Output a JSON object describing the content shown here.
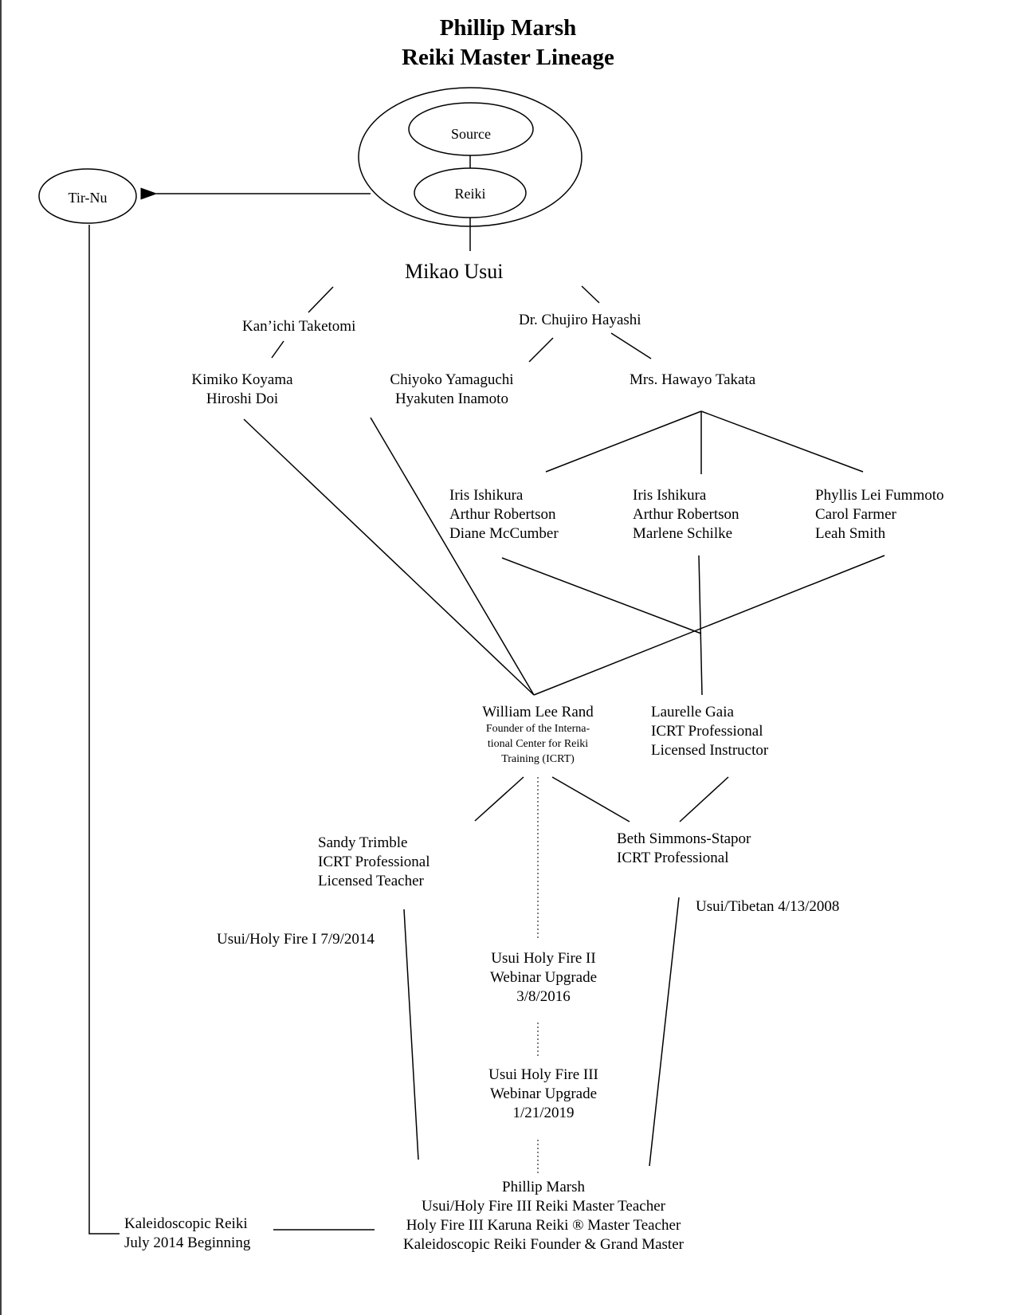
{
  "title": [
    "Phillip Marsh",
    "Reiki Master Lineage"
  ],
  "nodes": {
    "source": "Source",
    "reiki": "Reiki",
    "tirnu": "Tir-Nu",
    "usui": "Mikao Usui",
    "taketomi": "Kan’ichi Taketomi",
    "hayashi": "Dr. Chujiro Hayashi",
    "koyama": [
      "Kimiko Koyama",
      "Hiroshi Doi"
    ],
    "yamaguchi": [
      "Chiyoko Yamaguchi",
      "Hyakuten Inamoto"
    ],
    "takata": "Mrs. Hawayo Takata",
    "group1": [
      "Iris Ishikura",
      "Arthur Robertson",
      "Diane McCumber"
    ],
    "group2": [
      "Iris Ishikura",
      "Arthur Robertson",
      "Marlene Schilke"
    ],
    "group3": [
      "Phyllis Lei Fummoto",
      "Carol Farmer",
      "Leah Smith"
    ],
    "rand_name": "William Lee Rand",
    "rand_desc": [
      "Founder of the Interna-",
      "tional Center for Reiki",
      "Training (ICRT)"
    ],
    "gaia": [
      "Laurelle Gaia",
      "ICRT Professional",
      "Licensed Instructor"
    ],
    "trimble": [
      "Sandy Trimble",
      "ICRT Professional",
      "Licensed Teacher"
    ],
    "simmons": [
      "Beth Simmons-Stapor",
      "ICRT Professional"
    ],
    "tibetan": "Usui/Tibetan 4/13/2008",
    "holyfire1": "Usui/Holy Fire I 7/9/2014",
    "holyfire2": [
      "Usui Holy Fire II",
      "Webinar Upgrade",
      "3/8/2016"
    ],
    "holyfire3": [
      "Usui Holy Fire III",
      "Webinar Upgrade",
      "1/21/2019"
    ],
    "marsh": [
      "Phillip Marsh",
      "Usui/Holy Fire III Reiki Master Teacher",
      "Holy Fire III Karuna Reiki ® Master Teacher",
      "Kaleidoscopic Reiki Founder & Grand Master"
    ],
    "kaleido": [
      "Kaleidoscopic Reiki",
      "July 2014 Beginning"
    ]
  }
}
